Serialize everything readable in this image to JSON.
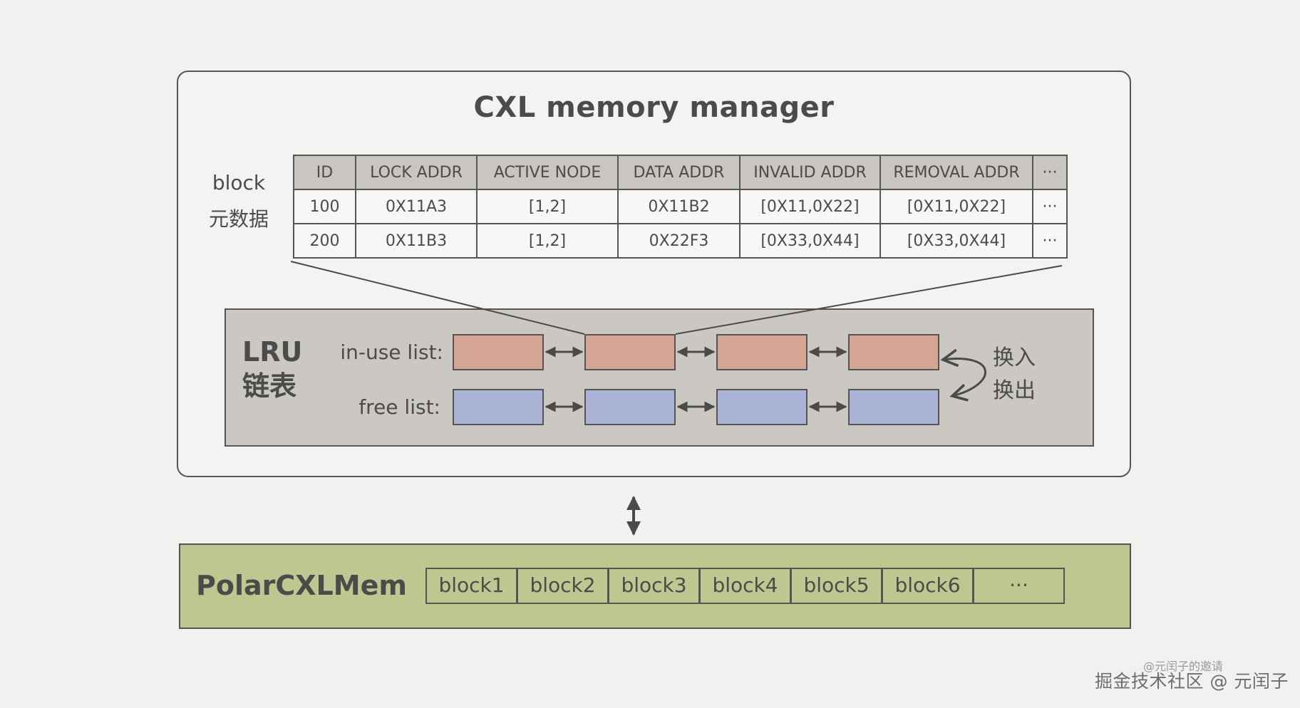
{
  "title": "CXL memory manager",
  "metadata_label": {
    "line1": "block",
    "line2": "元数据"
  },
  "metadata_table": {
    "headers": [
      "ID",
      "LOCK ADDR",
      "ACTIVE NODE",
      "DATA ADDR",
      "INVALID ADDR",
      "REMOVAL ADDR",
      "···"
    ],
    "rows": [
      [
        "100",
        "0X11A3",
        "[1,2]",
        "0X11B2",
        "[0X11,0X22]",
        "[0X11,0X22]",
        "···"
      ],
      [
        "200",
        "0X11B3",
        "[1,2]",
        "0X22F3",
        "[0X33,0X44]",
        "[0X33,0X44]",
        "···"
      ]
    ]
  },
  "lru": {
    "title_line1": "LRU",
    "title_line2": "链表",
    "in_use_label": "in-use list:",
    "free_label": "free list:",
    "in_use_nodes": 4,
    "free_nodes": 4,
    "swap_in_label": "换入",
    "swap_out_label": "换出"
  },
  "storage": {
    "title": "PolarCXLMem",
    "blocks": [
      "block1",
      "block2",
      "block3",
      "block4",
      "block5",
      "block6",
      "···"
    ]
  },
  "watermark": {
    "line1": "@元闰子的邀请",
    "line2": "掘金技术社区 @ 元闰子"
  },
  "colors": {
    "in_use": "#d5a593",
    "free": "#abb4d6",
    "lru_bg": "#cbc8c3",
    "storage_bg": "#bcc88f",
    "header_bg": "#c9c6c1",
    "stroke": "#555552"
  }
}
